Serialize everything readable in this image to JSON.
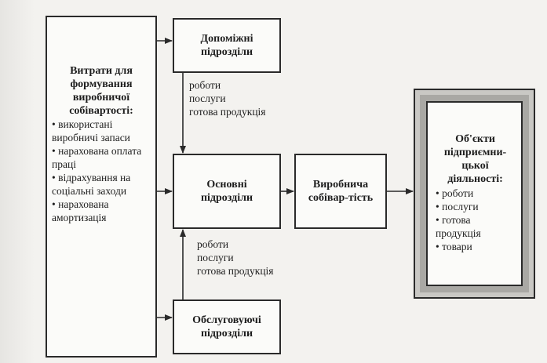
{
  "costs_box": {
    "title": "Витрати для формування виробничої собівартості:",
    "items": [
      "використані виробничі запаси",
      "нарахована оплата праці",
      "відрахування на соціальні заходи",
      "нарахована амортизація"
    ]
  },
  "auxiliary_box": {
    "title": "Допоміжні підрозділи"
  },
  "main_box": {
    "title": "Основні підрозділи"
  },
  "service_box": {
    "title": "Обслуговуючі підрозділи"
  },
  "cost_box": {
    "title": "Виробнича собівар-тість"
  },
  "flow_label_top": [
    "роботи",
    "послуги",
    "готова продукція"
  ],
  "flow_label_bottom": [
    "роботи",
    "послуги",
    "готова продукція"
  ],
  "objects_box": {
    "title": "Об'єкти підприємни-цької діяльності:",
    "items": [
      "роботи",
      "послуги",
      "готова продукція",
      "товари"
    ]
  }
}
